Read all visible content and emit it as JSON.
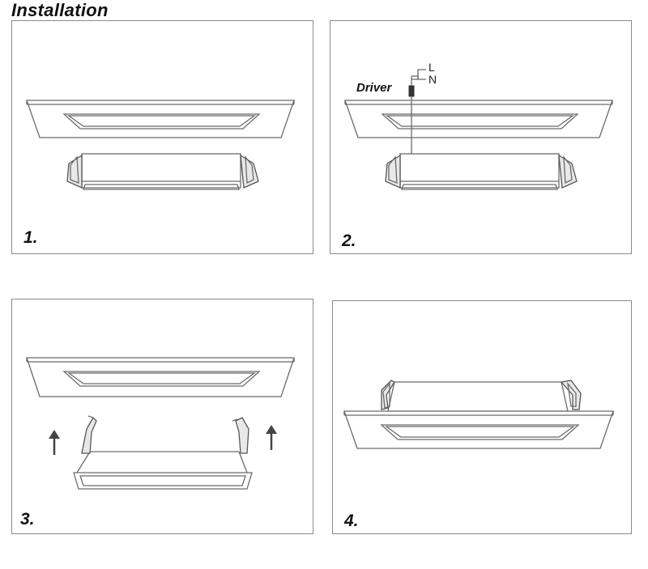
{
  "title": "Installation",
  "steps": [
    {
      "label": "1."
    },
    {
      "label": "2."
    },
    {
      "label": "3."
    },
    {
      "label": "4."
    }
  ],
  "driver_label": "Driver",
  "wire_labels": {
    "live": "L",
    "neutral": "N"
  },
  "colors": {
    "outline": "#6b6b6b",
    "frame": "#8a8a8a",
    "text": "#111111"
  }
}
